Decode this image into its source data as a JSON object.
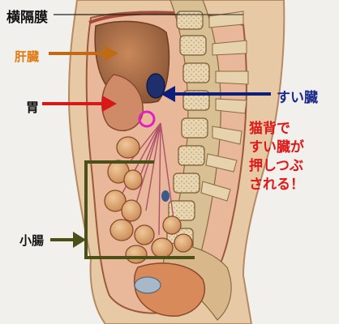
{
  "labels": {
    "diaphragm": "横隔膜",
    "liver": "肝臓",
    "stomach": "胃",
    "pancreas": "すい臓",
    "small_intestine": "小腸"
  },
  "note": {
    "lines": [
      "猫背で",
      "すい臓が",
      "押しつぶ",
      "される！"
    ]
  },
  "colors": {
    "liver_arrow": "#c06a14",
    "stomach_arrow": "#d81818",
    "pancreas_arrow": "#0c1e7a",
    "small_intestine_bracket": "#4a5018",
    "pancreas_circle": "#e020c0",
    "note_text": "#e01818"
  }
}
